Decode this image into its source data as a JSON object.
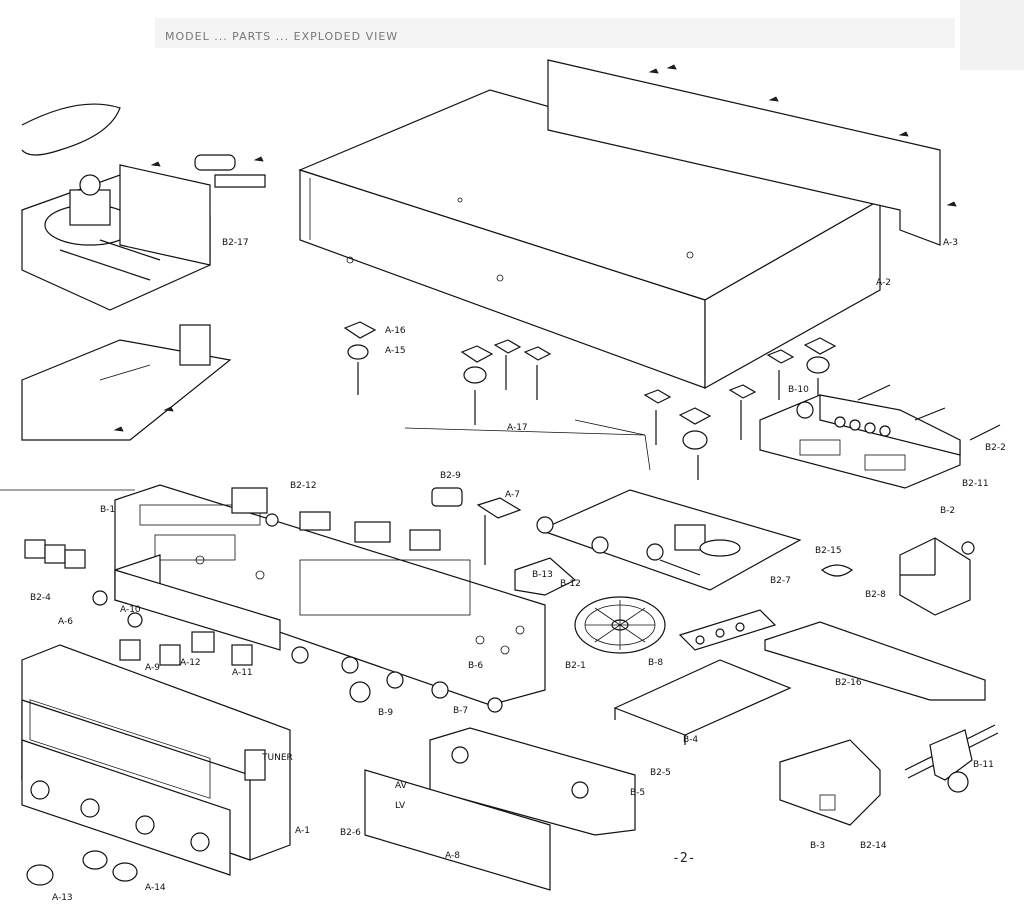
{
  "header": {
    "title": "MODEL ... PARTS ... EXPLODED VIEW"
  },
  "page_number": "-2-",
  "labels": [
    "A-1",
    "A-2",
    "A-3",
    "A-6",
    "A-7",
    "A-8",
    "A-9",
    "A-10",
    "A-11",
    "A-12",
    "A-13",
    "A-14",
    "A-15",
    "A-16",
    "A-17",
    "B-1",
    "B-2",
    "B-3",
    "B-4",
    "B-5",
    "B-6",
    "B-7",
    "B-8",
    "B-9",
    "B-10",
    "B-11",
    "B-13",
    "B2-1",
    "B2-2",
    "B2-4",
    "B2-5",
    "B2-6",
    "B2-7",
    "B2-8",
    "B2-9",
    "B2-11",
    "B2-12",
    "B2-14",
    "B2-15",
    "B2-16",
    "B2-17",
    "B-12",
    "TUNER",
    "AV",
    "LV"
  ]
}
